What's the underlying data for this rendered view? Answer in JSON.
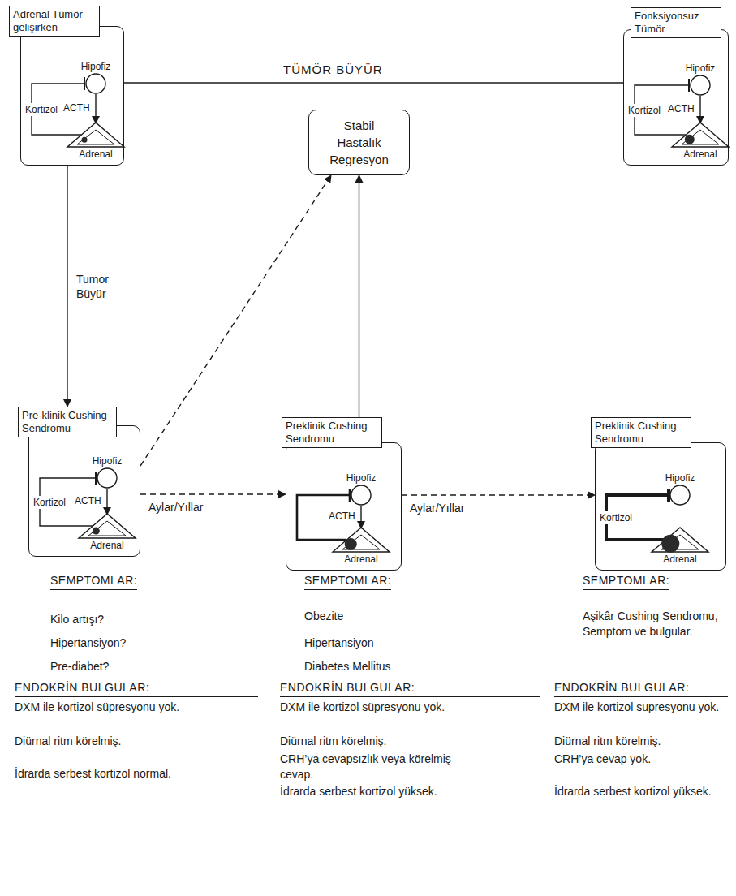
{
  "diagram": {
    "nodes": [
      {
        "text": [
          "Adrenal Tümör gelişirken"
        ]
      },
      {
        "text": [
          "Hipofiz"
        ],
        "in": 0
      },
      {
        "text": [
          "Adrenal"
        ],
        "in": 0
      },
      {
        "text": [
          "Fonksiyonsuz Tümör"
        ]
      },
      {
        "text": [
          "Hipofiz"
        ],
        "in": 3
      },
      {
        "text": [
          "Adrenal"
        ],
        "in": 3
      },
      {
        "text": [
          "Stabil Hastalık Regresyon"
        ]
      },
      {
        "text": [
          "Pre-klinik Cushing Sendromu"
        ]
      },
      {
        "text": [
          "Hipofiz"
        ],
        "in": 7
      },
      {
        "text": [
          "Adrenal"
        ],
        "in": 7
      },
      {
        "text": [
          "Preklinik Cushing Sendromu"
        ]
      },
      {
        "text": [
          "Hipofiz"
        ],
        "in": 10
      },
      {
        "text": [
          "Adrenal"
        ],
        "in": 10
      },
      {
        "text": [
          "Preklinik Cushing Sendromu"
        ]
      },
      {
        "text": [
          "Hipofiz"
        ],
        "in": 13
      },
      {
        "text": [
          "Adrenal"
        ],
        "in": 13
      }
    ],
    "edges": [
      {
        "from": 0,
        "to": 3,
        "arrow": "none",
        "label": "TÜMÖR BÜYÜR"
      },
      {
        "from": 1,
        "to": 2,
        "arrow": "to",
        "label": "ACTH"
      },
      {
        "from": 2,
        "to": 1,
        "arrow": "to",
        "label": "Kortizol"
      },
      {
        "from": 4,
        "to": 5,
        "arrow": "to",
        "label": "ACTH"
      },
      {
        "from": 5,
        "to": 4,
        "arrow": "to",
        "label": "Kortizol"
      },
      {
        "from": 0,
        "to": 7,
        "arrow": "to",
        "label": "Tumor Büyür"
      },
      {
        "from": 7,
        "to": 6,
        "arrow": "to"
      },
      {
        "from": 7,
        "to": 10,
        "arrow": "to",
        "label": "Aylar/Yıllar"
      },
      {
        "from": 10,
        "to": 6,
        "arrow": "to"
      },
      {
        "from": 10,
        "to": 13,
        "arrow": "to",
        "label": "Aylar/Yıllar"
      },
      {
        "from": 8,
        "to": 9,
        "arrow": "to",
        "label": "ACTH"
      },
      {
        "from": 9,
        "to": 8,
        "arrow": "to",
        "label": "Kortizol"
      },
      {
        "from": 11,
        "to": 12,
        "arrow": "to",
        "label": "ACTH"
      },
      {
        "from": 12,
        "to": 11,
        "arrow": "to"
      },
      {
        "from": 15,
        "to": 14,
        "arrow": "to",
        "label": "Kortizol"
      }
    ],
    "labels": [
      "SEMPTOMLAR:",
      "Kilo artışı?",
      "Hipertansiyon?",
      "Pre-diabet?",
      "ENDOKRİN BULGULAR:",
      "DXM ile kortizol süpresyonu yok.",
      "Diürnal ritm körelmiş.",
      "İdrarda serbest kortizol normal.",
      "SEMPTOMLAR:",
      "Obezite",
      "Hipertansiyon",
      "Diabetes Mellitus",
      "ENDOKRİN BULGULAR:",
      "DXM ile kortizol süpresyonu yok.",
      "Diürnal ritm körelmiş.",
      "CRH’ya cevapsızlık veya körelmiş cevap.",
      "İdrarda serbest kortizol yüksek.",
      "SEMPTOMLAR:",
      "Aşikâr Cushing Sendromu, Semptom ve bulgular.",
      "ENDOKRİN BULGULAR:",
      "DXM ile kortizol supresyonu yok.",
      "Diürnal ritm körelmiş.",
      "CRH’ya cevap yok.",
      "İdrarda serbest kortizol yüksek."
    ]
  }
}
